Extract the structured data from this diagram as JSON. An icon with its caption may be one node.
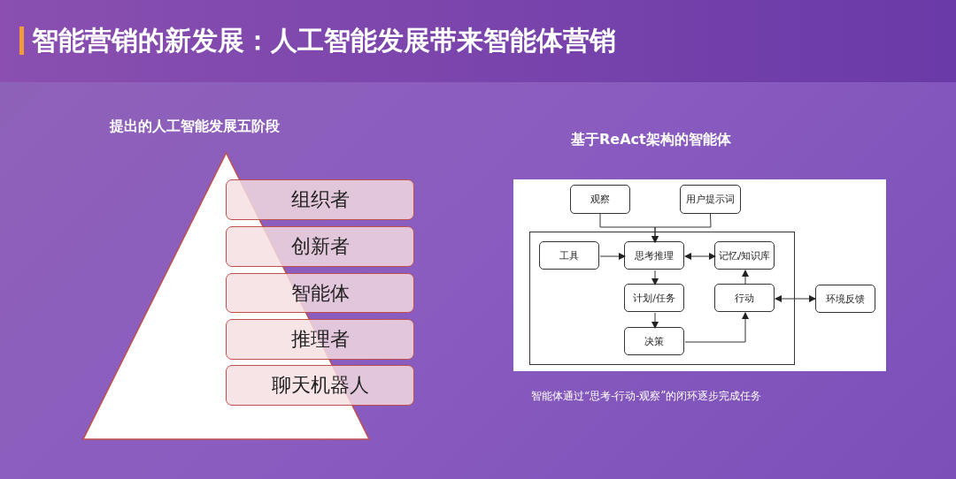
{
  "diagram": {
    "title": "智能营销的新发展：人工智能发展带来智能体营销",
    "caption": "智能体通过“思考-行动-观察”的闭环逐步完成任务",
    "nodes": [
      {
        "text": [
          "观察"
        ]
      },
      {
        "text": [
          "用户提示词"
        ]
      },
      {
        "text": [],
        "shape": "box"
      },
      {
        "text": [
          "工具"
        ],
        "in": 2
      },
      {
        "text": [
          "思考推理"
        ],
        "in": 2
      },
      {
        "text": [
          "记忆/知识库"
        ],
        "in": 2
      },
      {
        "text": [
          "计划/任务"
        ],
        "in": 2
      },
      {
        "text": [
          "行动"
        ],
        "in": 2
      },
      {
        "text": [
          "决策"
        ],
        "in": 2
      },
      {
        "text": [
          "环境反馈"
        ]
      },
      {
        "text": [],
        "shape": "triangle"
      },
      {
        "text": [
          "组织者"
        ]
      },
      {
        "text": [
          "创新者"
        ]
      },
      {
        "text": [
          "智能体"
        ]
      },
      {
        "text": [
          "推理者"
        ]
      },
      {
        "text": [
          "聊天机器人"
        ]
      }
    ],
    "edges": [
      {
        "from": 0,
        "to": 4,
        "arrow": "to"
      },
      {
        "from": 1,
        "to": 4,
        "arrow": "to"
      },
      {
        "from": 3,
        "to": 4,
        "arrow": "to"
      },
      {
        "from": 4,
        "to": 5,
        "arrow": "both"
      },
      {
        "from": 4,
        "to": 6,
        "arrow": "to"
      },
      {
        "from": 6,
        "to": 8,
        "arrow": "to"
      },
      {
        "from": 8,
        "to": 7,
        "arrow": "to"
      },
      {
        "from": 7,
        "to": 5,
        "arrow": "to"
      },
      {
        "from": 7,
        "to": 9,
        "arrow": "both"
      }
    ],
    "labels": [
      "提出的人工智能发展五阶段",
      "基于ReAct架构的智能体"
    ]
  }
}
